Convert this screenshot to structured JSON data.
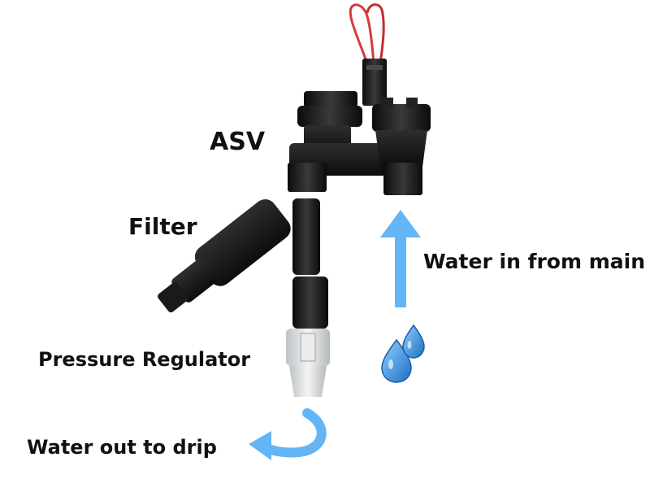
{
  "labels": {
    "asv": "ASV",
    "filter": "Filter",
    "pressure_regulator": "Pressure Regulator",
    "water_in": "Water in from main",
    "water_out": "Water out to drip"
  },
  "colors": {
    "arrow": "#64b5f6",
    "droplet": "#2f8fd8",
    "wire": "#d83a3a",
    "valve_body": "#1d1d1d",
    "regulator_body": "#d9dcdd"
  },
  "icons": [
    "water-droplets-icon",
    "up-arrow-icon",
    "curved-left-arrow-icon"
  ]
}
